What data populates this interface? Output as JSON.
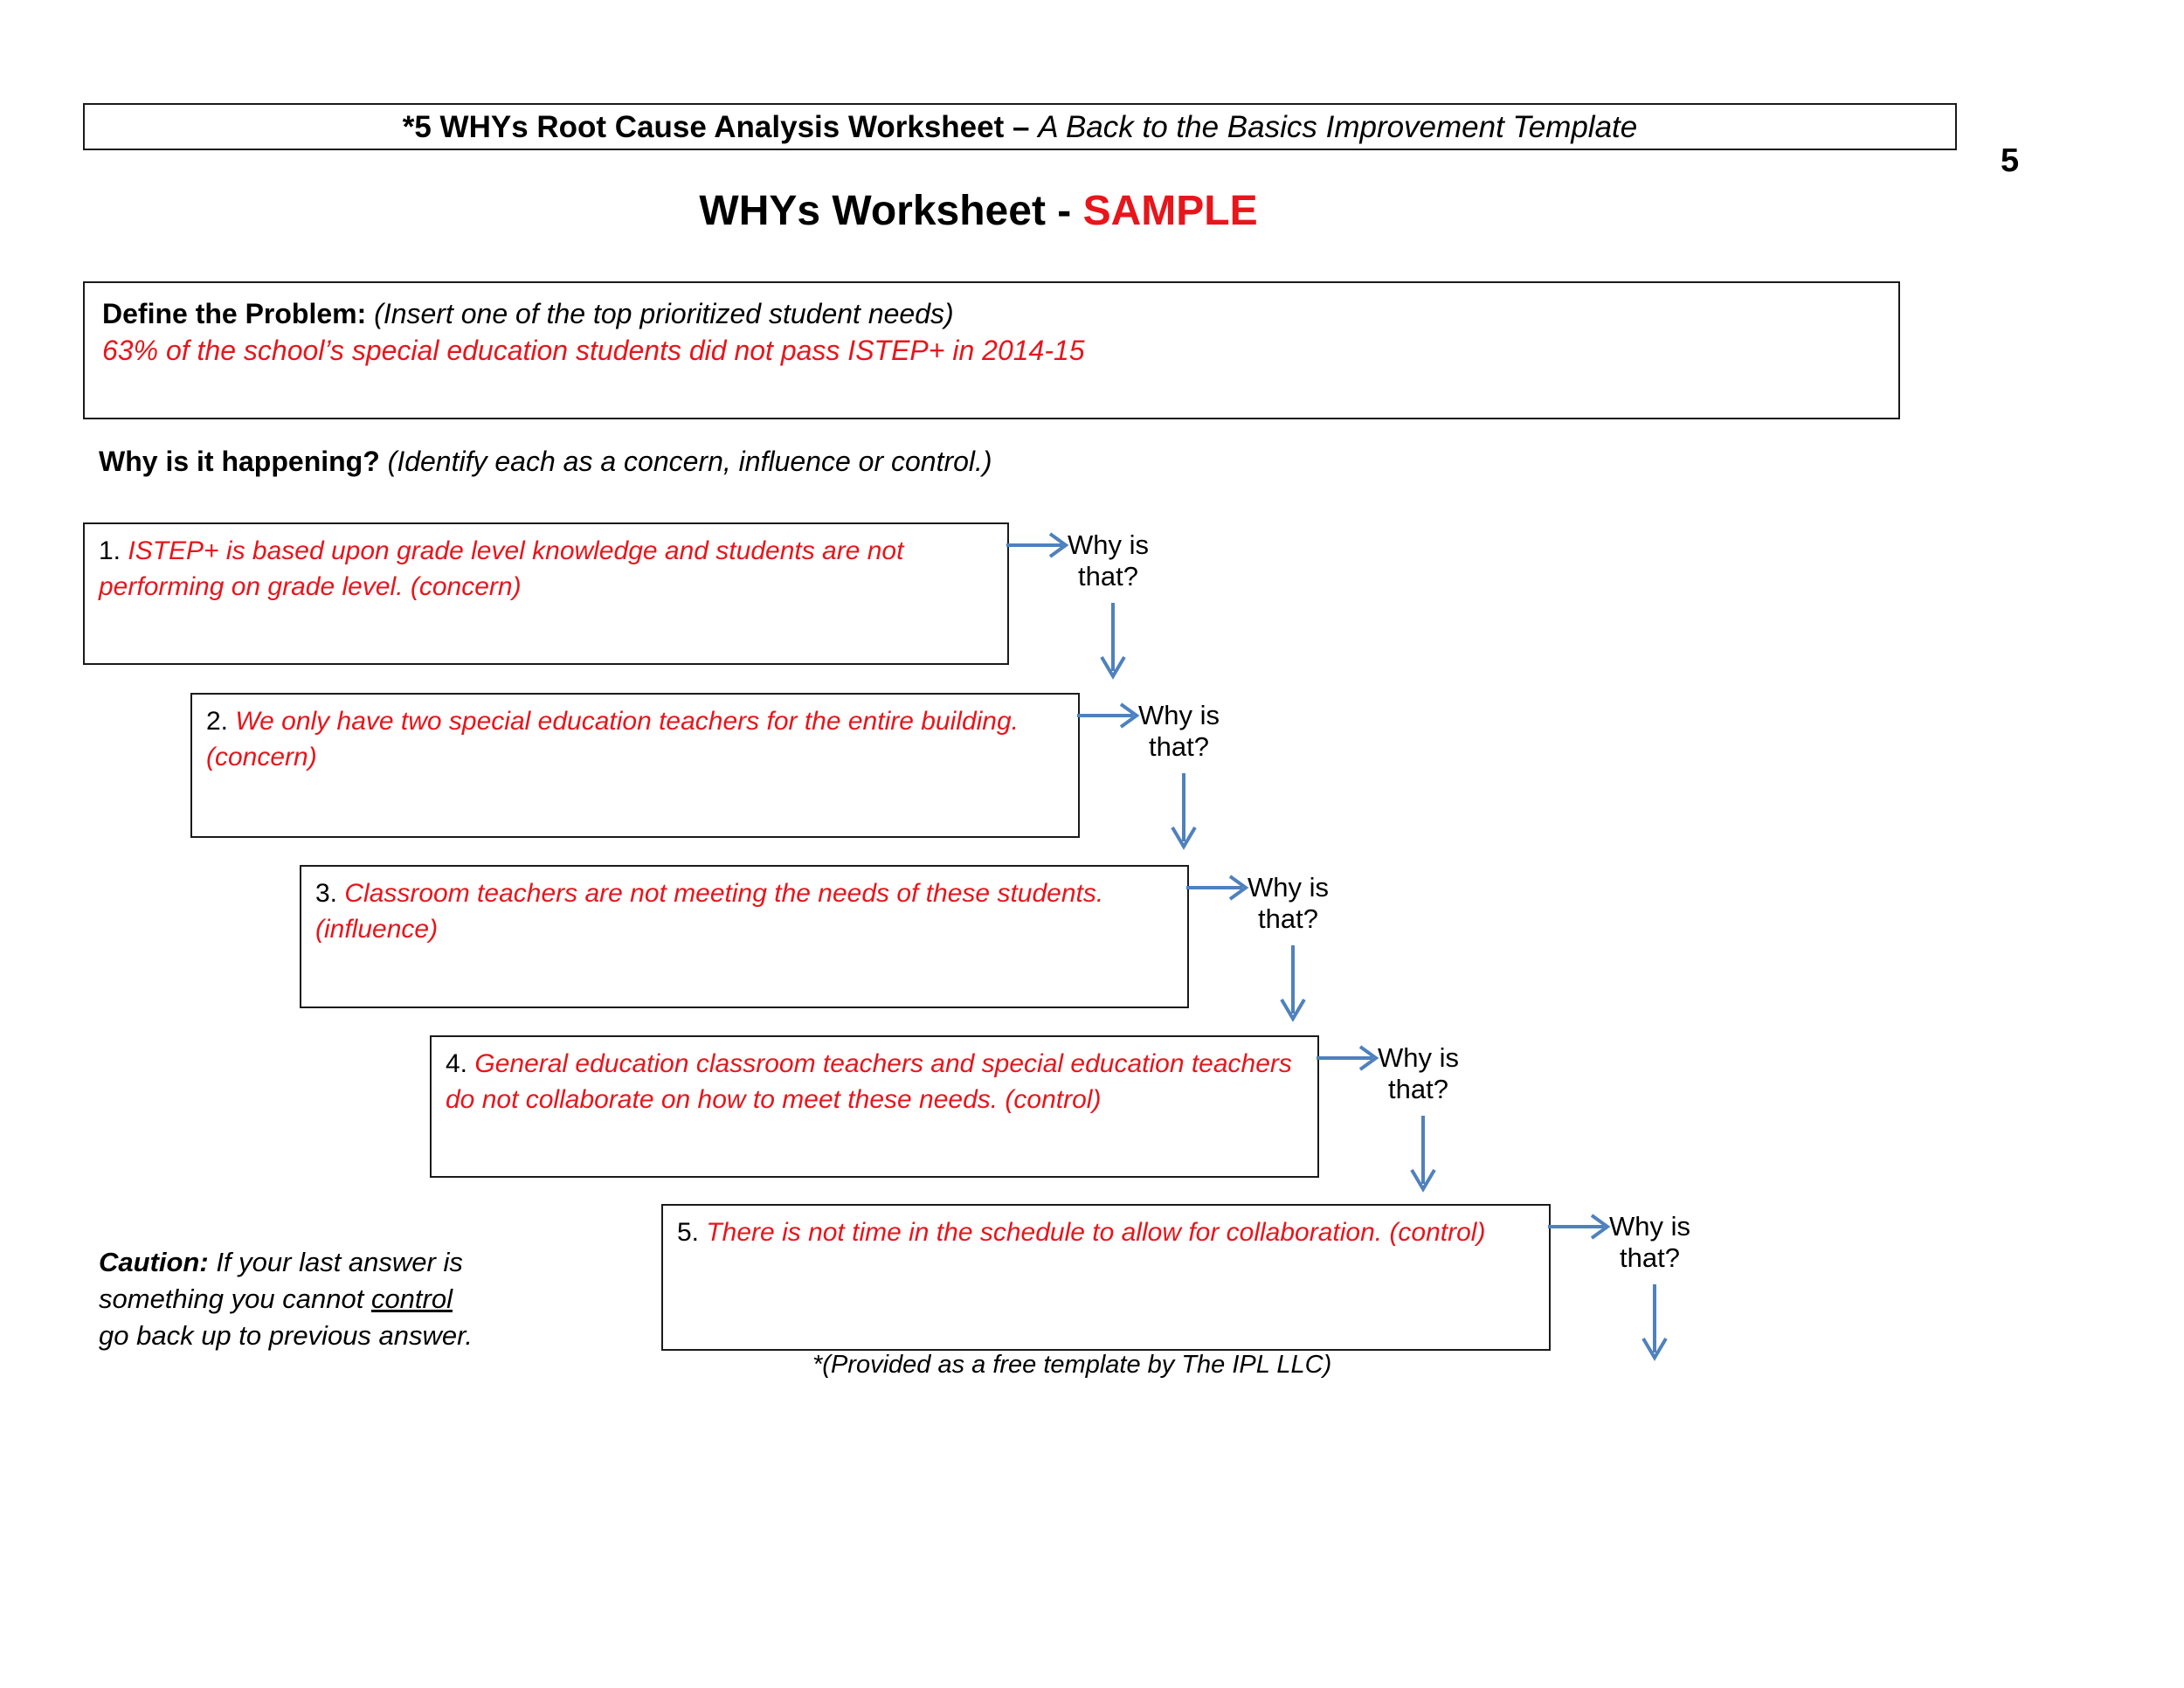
{
  "document": {
    "page_number": "5",
    "header_bold": "*5 WHYs Root Cause Analysis Worksheet – ",
    "header_italic": "A Back to the Basics Improvement Template",
    "title_main": "WHYs Worksheet - ",
    "title_sample": "SAMPLE",
    "footer_credit": "*(Provided as a free template by The IPL LLC)"
  },
  "define_problem": {
    "label": "Define the Problem: ",
    "hint": "(Insert one of the top prioritized student needs)",
    "answer": "63% of the school’s special education students did not pass ISTEP+ in 2014-15"
  },
  "prompt": {
    "question": "Why is it happening? ",
    "subtext": "(Identify each as a concern, influence or control.)"
  },
  "why_label": {
    "line1": "Why is",
    "line2": "that?"
  },
  "caution": {
    "word": "Caution: ",
    "part1": "If your last answer is",
    "part2_pre": "something you cannot ",
    "part2_underline": "control",
    "part3": "go back up to previous answer."
  },
  "steps": [
    {
      "number": "1. ",
      "text": "ISTEP+ is based upon grade level knowledge and students are not performing on grade level. (concern)",
      "classification": "concern"
    },
    {
      "number": "2. ",
      "text": "We only have two special education teachers for the entire building. (concern)",
      "classification": "concern"
    },
    {
      "number": "3. ",
      "text": "Classroom teachers are not meeting the needs of these students. (influence)",
      "classification": "influence"
    },
    {
      "number": "4. ",
      "text": "General education classroom teachers and special education teachers do not collaborate on how to meet these needs. (control)",
      "classification": "control"
    },
    {
      "number": "5. ",
      "text": "There is not time in the schedule to allow for collaboration. (control)",
      "classification": "control"
    }
  ],
  "colors": {
    "answer_red": "#e8151b",
    "arrow_blue": "#4f81bd",
    "border_black": "#1a1a1a"
  }
}
